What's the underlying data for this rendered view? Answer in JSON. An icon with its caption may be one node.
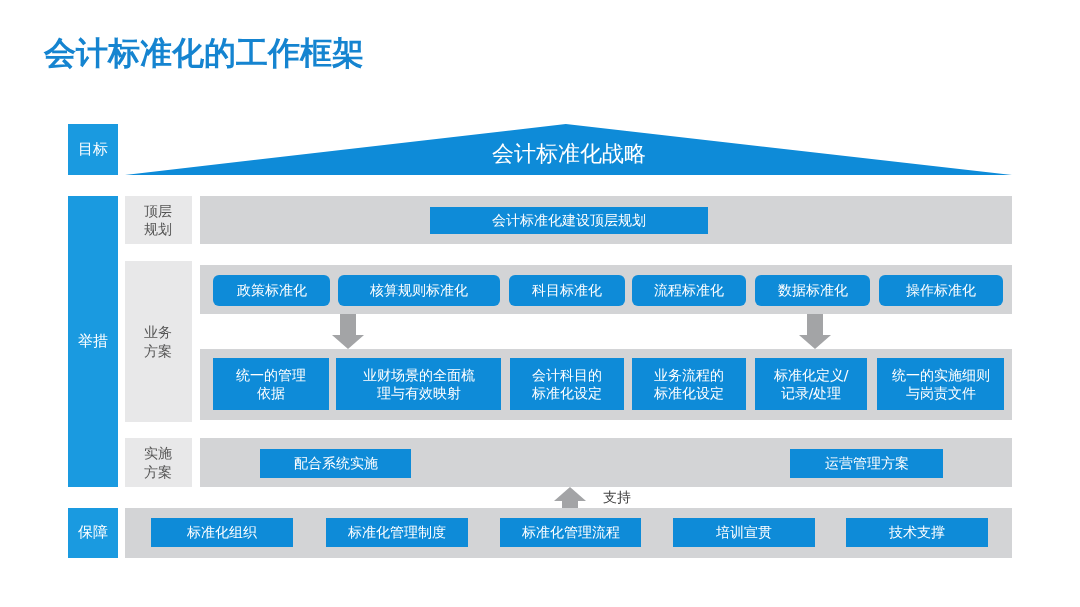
{
  "diagram": {
    "title": "会计标准化的工作框架",
    "nodes": [
      {
        "text": [
          "目标"
        ]
      },
      {
        "text": [
          "会计标准化战略"
        ]
      },
      {
        "text": [
          "举措"
        ]
      },
      {
        "text": [
          "顶层规划"
        ]
      },
      {
        "text": [],
        "shape": "box"
      },
      {
        "text": [
          "会计标准化建设顶层规划"
        ],
        "in": 4
      },
      {
        "text": [
          "业务方案"
        ]
      },
      {
        "text": [],
        "shape": "box"
      },
      {
        "text": [
          "政策标准化"
        ],
        "in": 7
      },
      {
        "text": [
          "核算规则标准化"
        ],
        "in": 7
      },
      {
        "text": [
          "科目标准化"
        ],
        "in": 7
      },
      {
        "text": [
          "流程标准化"
        ],
        "in": 7
      },
      {
        "text": [
          "数据标准化"
        ],
        "in": 7
      },
      {
        "text": [
          "操作标准化"
        ],
        "in": 7
      },
      {
        "text": [],
        "shape": "box"
      },
      {
        "text": [
          "统一的管理依据"
        ],
        "in": 14
      },
      {
        "text": [
          "业财场景的全面梳理与有效映射"
        ],
        "in": 14
      },
      {
        "text": [
          "会计科目的标准化设定"
        ],
        "in": 14
      },
      {
        "text": [
          "业务流程的标准化设定"
        ],
        "in": 14
      },
      {
        "text": [
          "标准化定义/记录/处理"
        ],
        "in": 14
      },
      {
        "text": [
          "统一的实施细则与岗责文件"
        ],
        "in": 14
      },
      {
        "text": [
          "实施方案"
        ]
      },
      {
        "text": [],
        "shape": "box"
      },
      {
        "text": [
          "配合系统实施"
        ],
        "in": 22
      },
      {
        "text": [
          "运营管理方案"
        ],
        "in": 22
      },
      {
        "text": [
          "保障"
        ]
      },
      {
        "text": [],
        "shape": "box"
      },
      {
        "text": [
          "标准化组织"
        ],
        "in": 26
      },
      {
        "text": [
          "标准化管理制度"
        ],
        "in": 26
      },
      {
        "text": [
          "标准化管理流程"
        ],
        "in": 26
      },
      {
        "text": [
          "培训宣贯"
        ],
        "in": 26
      },
      {
        "text": [
          "技术支撑"
        ],
        "in": 26
      }
    ],
    "edges": [
      {
        "from": 7,
        "to": 14,
        "arrow": "to"
      },
      {
        "from": 7,
        "to": 14,
        "arrow": "to"
      },
      {
        "from": 26,
        "to": 22,
        "arrow": "to",
        "label": "支持"
      }
    ]
  }
}
